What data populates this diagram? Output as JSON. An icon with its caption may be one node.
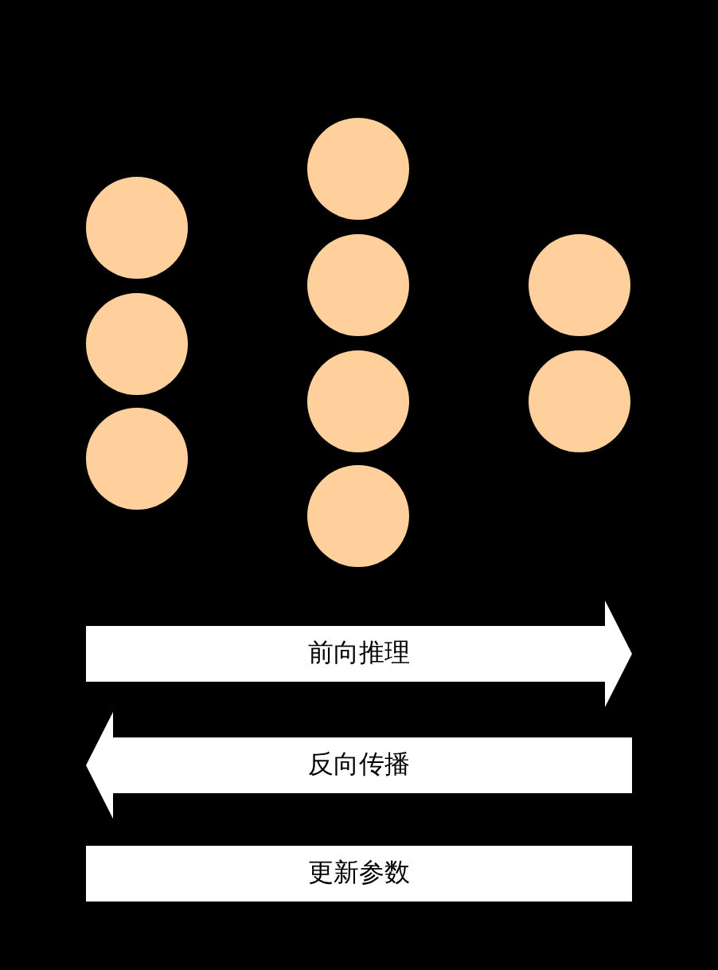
{
  "diagram": {
    "nodes": [
      {
        "text": [],
        "shape": "circle"
      },
      {
        "text": [],
        "shape": "circle"
      },
      {
        "text": [],
        "shape": "circle"
      },
      {
        "text": [],
        "shape": "circle"
      },
      {
        "text": [],
        "shape": "circle"
      },
      {
        "text": [],
        "shape": "circle"
      },
      {
        "text": [],
        "shape": "circle"
      },
      {
        "text": [],
        "shape": "circle"
      },
      {
        "text": [],
        "shape": "circle"
      },
      {
        "text": [
          "前向推理"
        ]
      },
      {
        "text": [
          "反向传播"
        ]
      },
      {
        "text": [
          "更新参数"
        ]
      }
    ]
  }
}
